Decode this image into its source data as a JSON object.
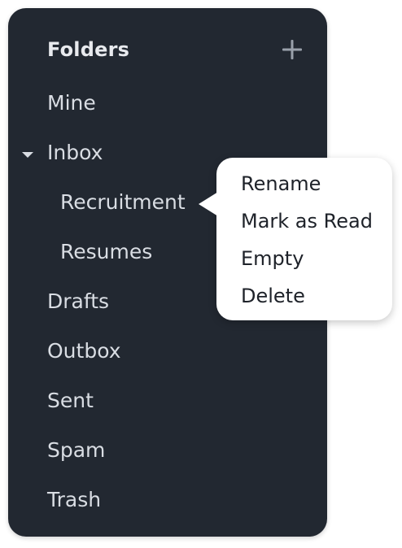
{
  "sidebar": {
    "title": "Folders",
    "add_icon": "plus-icon",
    "expand_icon": "caret-down-icon",
    "items": [
      {
        "label": "Mine"
      },
      {
        "label": "Inbox"
      },
      {
        "label": "Recruitment"
      },
      {
        "label": "Resumes"
      },
      {
        "label": "Drafts"
      },
      {
        "label": "Outbox"
      },
      {
        "label": "Sent"
      },
      {
        "label": "Spam"
      },
      {
        "label": "Trash"
      }
    ]
  },
  "context_menu": {
    "items": [
      {
        "label": "Rename"
      },
      {
        "label": "Mark as Read"
      },
      {
        "label": "Empty"
      },
      {
        "label": "Delete"
      }
    ]
  },
  "colors": {
    "panel_background": "#222831",
    "folder_text": "#d9dde3",
    "menu_background": "#ffffff",
    "menu_text": "#1e2229"
  }
}
